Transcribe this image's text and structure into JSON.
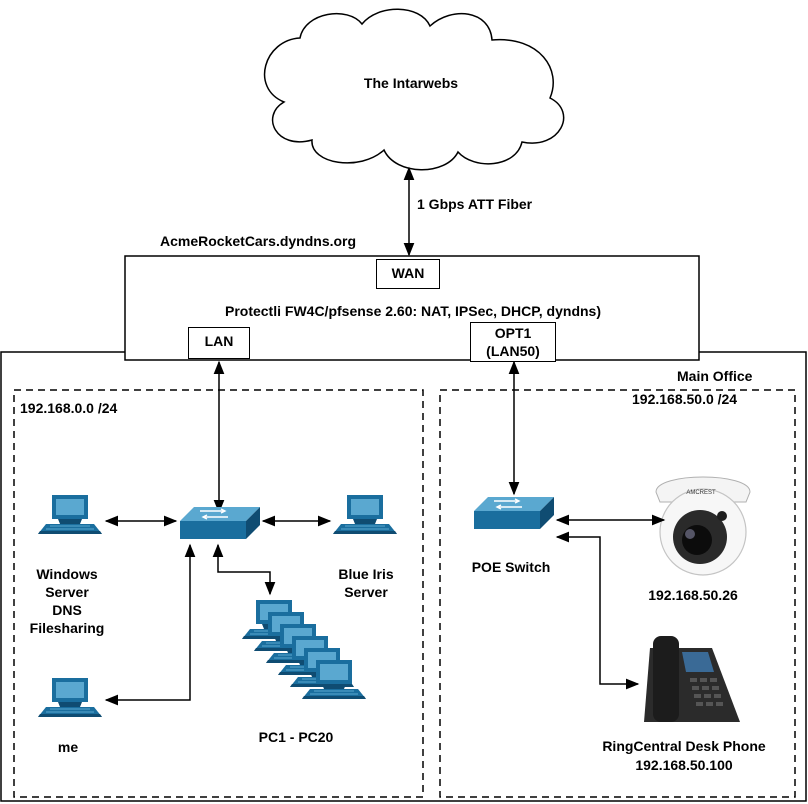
{
  "cloud": {
    "label": "The Intarwebs"
  },
  "wan_link": {
    "label": "1 Gbps ATT Fiber"
  },
  "firewall": {
    "hostname": "AcmeRocketCars.dyndns.org",
    "description": "Protectli FW4C/pfsense 2.60: NAT, IPSec, DHCP, dyndns)",
    "ports": {
      "wan": "WAN",
      "lan": "LAN",
      "opt1_line1": "OPT1",
      "opt1_line2": "(LAN50)"
    }
  },
  "office": {
    "label": "Main Office"
  },
  "lan_zone": {
    "subnet": "192.168.0.0 /24",
    "windows_server": [
      "Windows",
      "Server",
      "DNS",
      "Filesharing"
    ],
    "blue_iris": [
      "Blue Iris",
      "Server"
    ],
    "me": "me",
    "pcs": "PC1 - PC20"
  },
  "lan50_zone": {
    "subnet": "192.168.50.0 /24",
    "poe_switch": "POE Switch",
    "camera_ip": "192.168.50.26",
    "camera_brand": "AMCREST",
    "phone_name": "RingCentral Desk Phone",
    "phone_ip": "192.168.50.100"
  },
  "colors": {
    "device_blue": "#1a6e9e",
    "device_dark": "#0f4c72",
    "device_light": "#5aa8d0",
    "line": "#000000"
  }
}
